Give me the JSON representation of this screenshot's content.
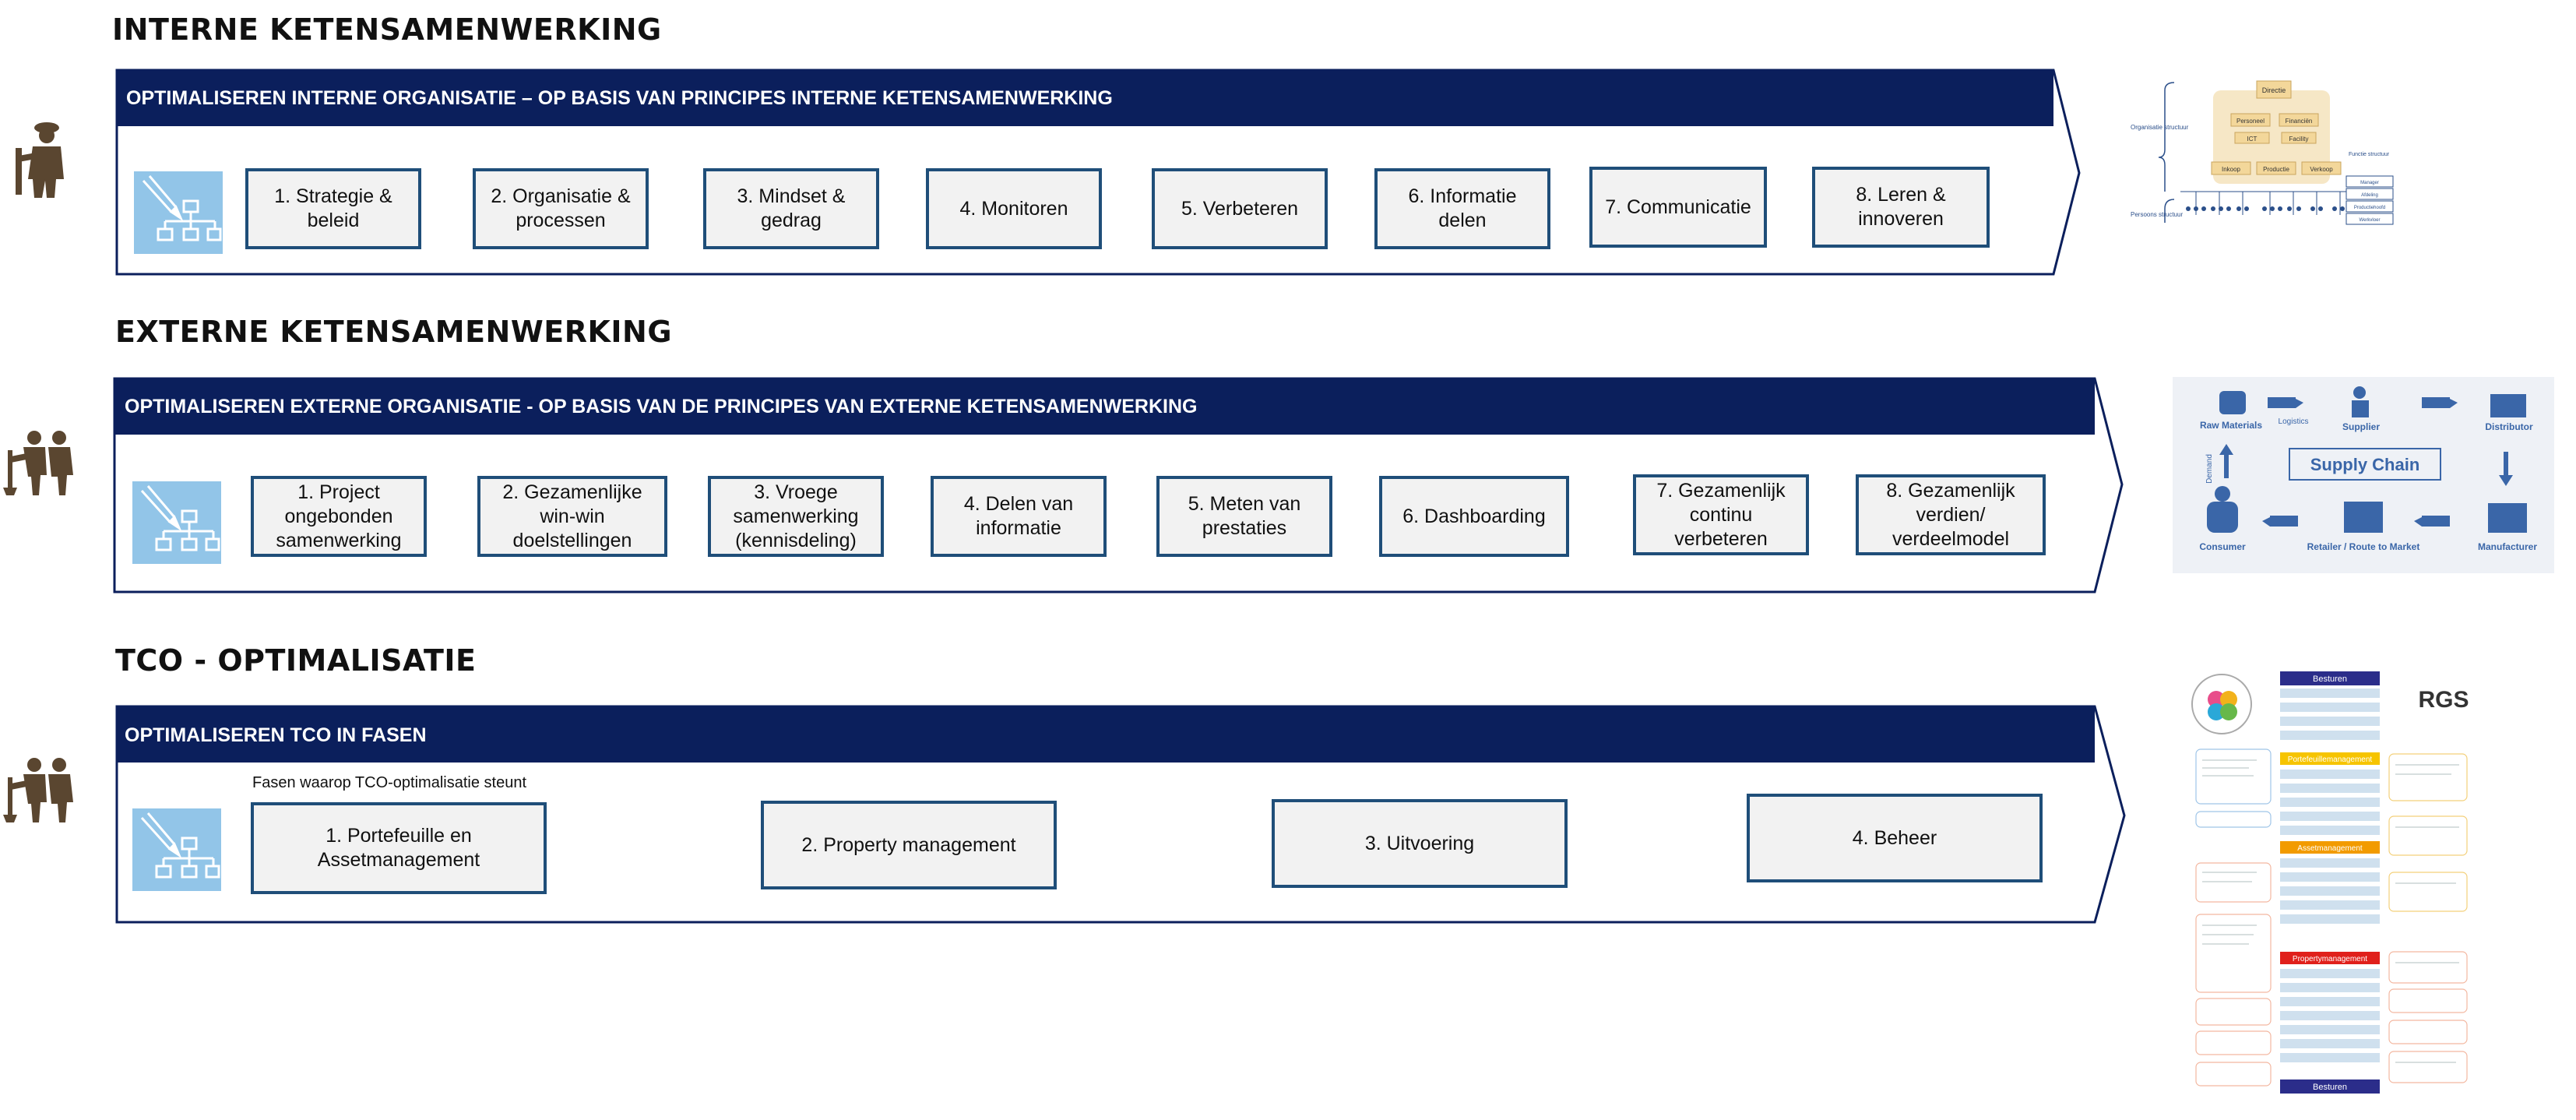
{
  "sections": [
    {
      "heading": "INTERNE KETENSAMENWERKING",
      "band_title": "OPTIMALISEREN INTERNE ORGANISATIE – OP BASIS VAN PRINCIPES INTERNE KETENSAMENWERKING",
      "steps": [
        "1. Strategie & beleid",
        "2. Organisatie & processen",
        "3. Mindset & gedrag",
        "4. Monitoren",
        "5. Verbeteren",
        "6. Informatie delen",
        "7. Communicatie",
        "8. Leren & innoveren"
      ]
    },
    {
      "heading": "EXTERNE KETENSAMENWERKING",
      "band_title": "OPTIMALISEREN EXTERNE ORGANISATIE -  OP BASIS VAN DE PRINCIPES VAN EXTERNE KETENSAMENWERKING",
      "steps": [
        "1. Project ongebonden samenwerking",
        "2. Gezamenlijke win-win doelstellingen",
        "3. Vroege samenwerking (kennisdeling)",
        "4. Delen van informatie",
        "5. Meten van prestaties",
        "6. Dashboarding",
        "7. Gezamenlijk continu verbeteren",
        "8. Gezamenlijk verdien/ verdeelmodel"
      ]
    },
    {
      "heading": "TCO - OPTIMALISATIE",
      "band_title": "OPTIMALISEREN TCO IN FASEN",
      "note": "Fasen waarop TCO-optimalisatie steunt",
      "steps": [
        "1. Portefeuille en Assetmanagement",
        "2. Property management",
        "3. Uitvoering",
        "4. Beheer"
      ]
    }
  ],
  "org_chart": {
    "top": "Directie",
    "row2": [
      "Personeel",
      "Financiën"
    ],
    "row3": [
      "ICT",
      "Facility"
    ],
    "row4": [
      "Inkoop",
      "Productie",
      "Verkoop"
    ],
    "side_left_top": "Organisatie structuur",
    "side_left_bottom": "Persoons structuur",
    "side_right": "Functie structuur",
    "side_right_items": [
      "Manager",
      "Afdeling",
      "Productiehoofd",
      "Werkvloer"
    ]
  },
  "supply_chain": {
    "center": "Supply Chain",
    "labels": [
      "Raw Materials",
      "Logistics",
      "Supplier",
      "Distributor",
      "Demand",
      "Consumer",
      "Retailer / Route to Market",
      "Manufacturer"
    ]
  },
  "tco_flow": {
    "logo": "RGS",
    "blocks": [
      "Besturen",
      "Portefeuillemanagement",
      "Assetmanagement",
      "Propertymanagement",
      "Besturen"
    ]
  },
  "colors": {
    "navy": "#0b1f5c",
    "border": "#1f4e79",
    "tile": "#92c5e8",
    "person": "#5a4630"
  }
}
